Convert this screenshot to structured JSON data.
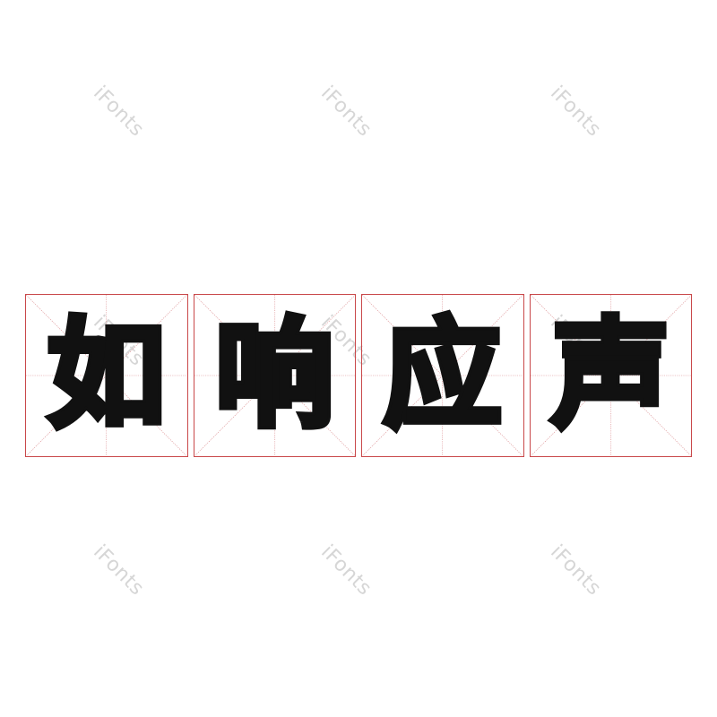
{
  "watermark": "iFonts",
  "phrase": {
    "characters": [
      "如",
      "响",
      "应",
      "声"
    ]
  },
  "colors": {
    "grid_border": "#c9484a",
    "guide_line": "#d9878a",
    "ink": "#111111",
    "watermark": "#d6d6d6",
    "background": "#ffffff"
  }
}
